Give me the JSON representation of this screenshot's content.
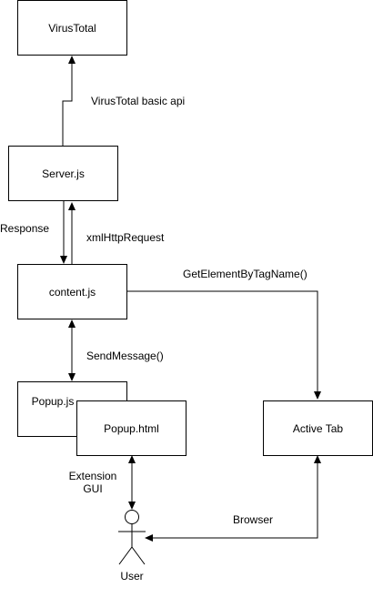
{
  "nodes": {
    "virustotal": "VirusTotal",
    "server": "Server.js",
    "content": "content.js",
    "popup_js": "Popup.js",
    "popup_html": "Popup.html",
    "active_tab": "Active Tab",
    "user": "User"
  },
  "edges": {
    "server_to_virustotal": "VirusTotal basic api",
    "server_to_content": "Response",
    "content_to_server": "xmlHttpRequest",
    "content_to_active_tab": "GetElementByTagName()",
    "content_popup": "SendMessage()",
    "popup_user_line1": "Extension",
    "popup_user_line2": "GUI",
    "user_active_tab": "Browser"
  }
}
